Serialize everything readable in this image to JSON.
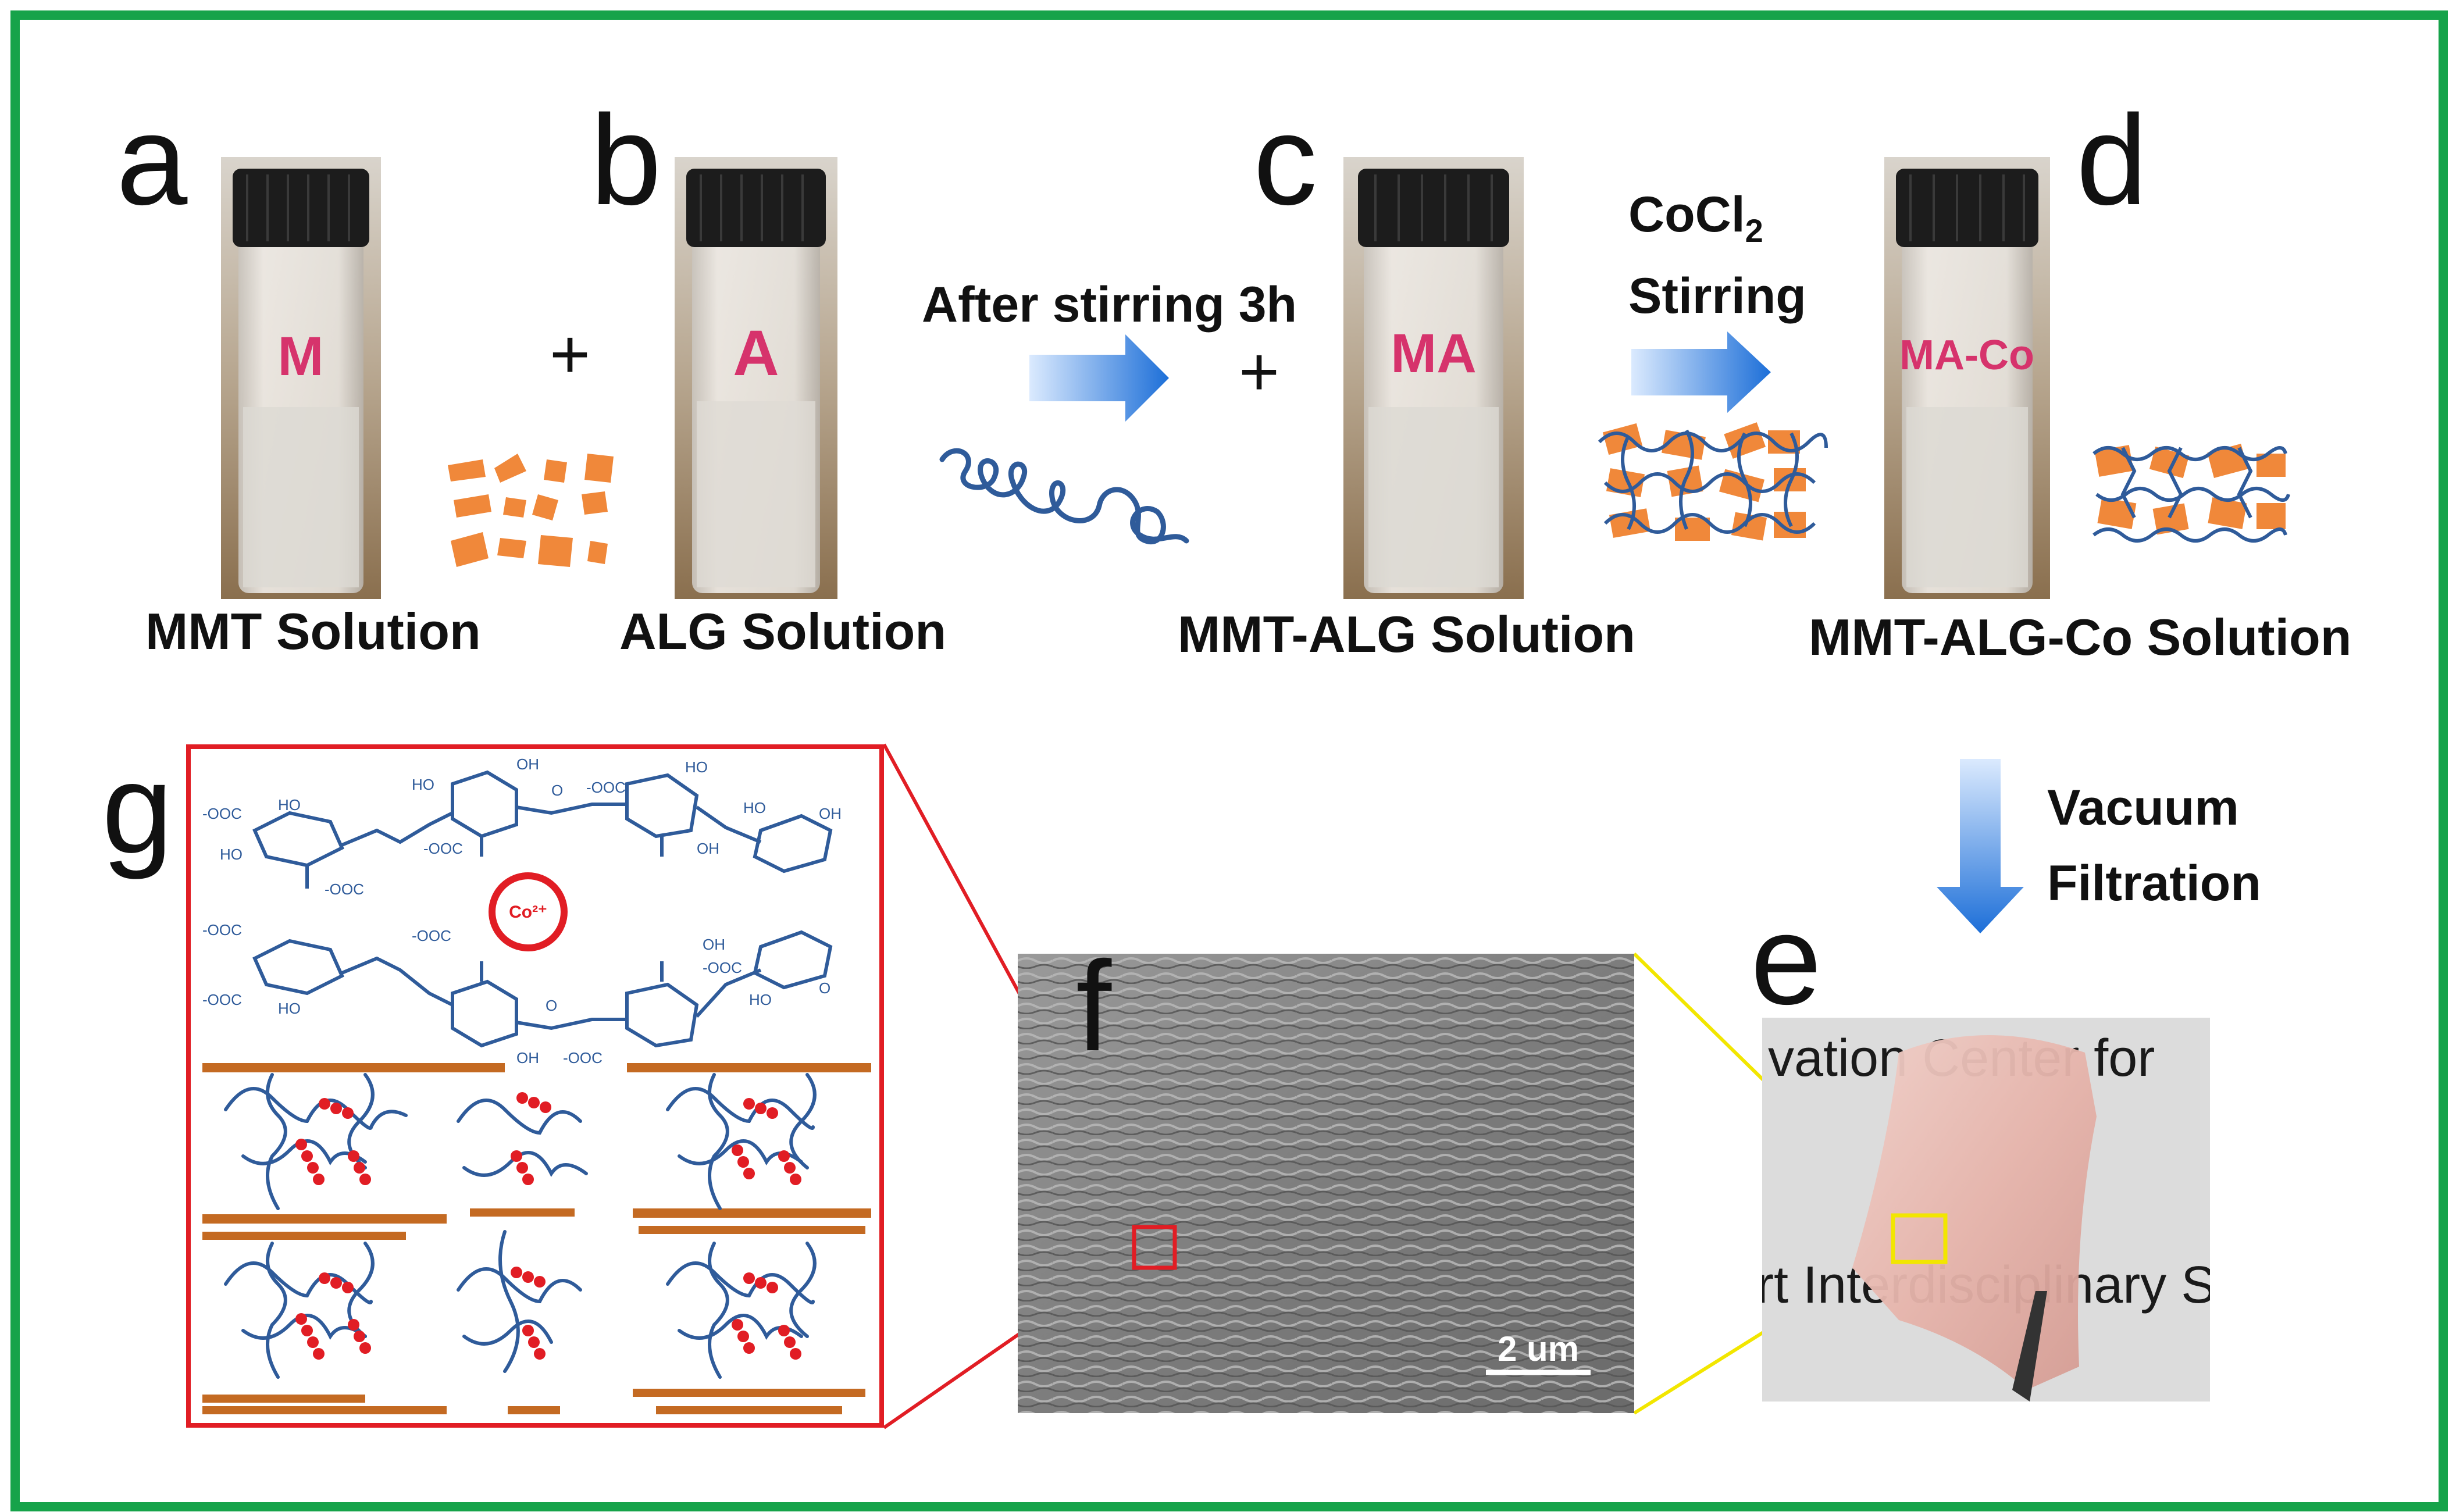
{
  "panels": {
    "a": {
      "letter": "a",
      "caption": "MMT Solution",
      "vial_label": "M"
    },
    "b": {
      "letter": "b",
      "caption": "ALG Solution",
      "vial_label": "A"
    },
    "c": {
      "letter": "c",
      "caption": "MMT-ALG Solution",
      "vial_label": "MA"
    },
    "d": {
      "letter": "d",
      "caption": "MMT-ALG-Co Solution",
      "vial_label": "MA-Co"
    },
    "e": {
      "letter": "e",
      "paper_text_1": "vation Center for",
      "paper_text_2": "rt Interdisciplinary Scie"
    },
    "f": {
      "letter": "f",
      "scale_bar": "2 um"
    },
    "g": {
      "letter": "g",
      "ion_label": "Co²⁺"
    }
  },
  "steps": {
    "stir": "After stirring 3h",
    "cocl2_prefix": "CoCl",
    "cocl2_sub": "2",
    "stirring": "Stirring",
    "vacuum": "Vacuum",
    "filtration": "Filtration"
  },
  "symbols": {
    "plus": "+"
  },
  "molecule_labels": {
    "cooh": "-OOC",
    "ho": "HO",
    "oh": "OH",
    "o": "O"
  },
  "colors": {
    "border": "#16a34a",
    "mmt": "#f0883a",
    "alg": "#2f5b9a",
    "co": "#e11d24",
    "zoom_red": "#e11d24",
    "zoom_yellow": "#f2e600",
    "arrow_light": "#dbeafe",
    "arrow_dark": "#1d6fd8"
  }
}
